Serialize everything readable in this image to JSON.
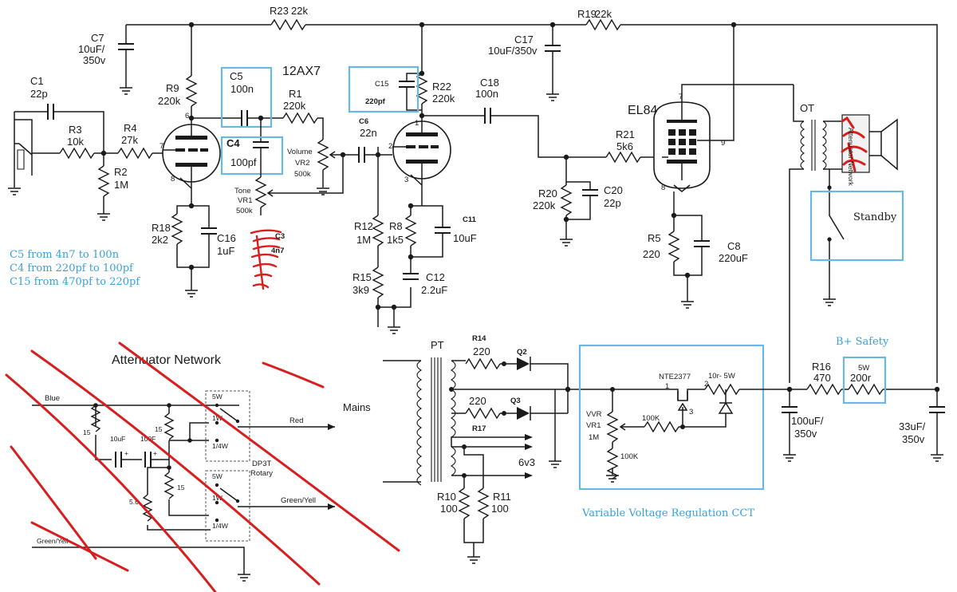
{
  "tubes": {
    "preamp": "12AX7",
    "power": "EL84"
  },
  "components": {
    "R23": {
      "ref": "R23",
      "value": "22k"
    },
    "R19": {
      "ref": "R19",
      "value": "22k"
    },
    "C7": {
      "ref": "C7",
      "value": "10uF/",
      "value2": "350v"
    },
    "C17": {
      "ref": "C17",
      "value": "10uF/350v"
    },
    "C1": {
      "ref": "C1",
      "value": "22p"
    },
    "R3": {
      "ref": "R3",
      "value": "10k"
    },
    "R4": {
      "ref": "R4",
      "value": "27k"
    },
    "R2": {
      "ref": "R2",
      "value": "1M"
    },
    "R9": {
      "ref": "R9",
      "value": "220k"
    },
    "C5": {
      "ref": "C5",
      "value": "100n"
    },
    "R1": {
      "ref": "R1",
      "value": "220k"
    },
    "C4": {
      "ref": "C4",
      "value": "100pf"
    },
    "VR2": {
      "ref": "VR2",
      "name": "Volume",
      "value": "500k"
    },
    "VR1": {
      "ref": "VR1",
      "name": "Tone",
      "value": "500k"
    },
    "C3": {
      "ref": "C3",
      "value": "4n7"
    },
    "R18": {
      "ref": "R18",
      "value": "2k2"
    },
    "C16": {
      "ref": "C16",
      "value": "1uF"
    },
    "C15": {
      "ref": "C15",
      "value": "220pf"
    },
    "R22": {
      "ref": "R22",
      "value": "220k"
    },
    "C6": {
      "ref": "C6",
      "value": "22n"
    },
    "C18": {
      "ref": "C18",
      "value": "100n"
    },
    "R12": {
      "ref": "R12",
      "value": "1M"
    },
    "R8": {
      "ref": "R8",
      "value": "1k5"
    },
    "C11": {
      "ref": "C11",
      "value": "10uF"
    },
    "R15": {
      "ref": "R15",
      "value": "3k9"
    },
    "C12": {
      "ref": "C12",
      "value": "2.2uF"
    },
    "R21": {
      "ref": "R21",
      "value": "5k6"
    },
    "R20": {
      "ref": "R20",
      "value": "220k"
    },
    "C20": {
      "ref": "C20",
      "value": "22p"
    },
    "R5": {
      "ref": "R5",
      "value": "220"
    },
    "C8": {
      "ref": "C8",
      "value": "220uF"
    },
    "R14": {
      "ref": "R14",
      "value": "220"
    },
    "R13": {
      "value": "220"
    },
    "Q2": {
      "ref": "Q2"
    },
    "Q3": {
      "ref": "Q3"
    },
    "R17": {
      "ref": "R17"
    },
    "R10": {
      "ref": "R10",
      "value": "100"
    },
    "R11": {
      "ref": "R11",
      "value": "100"
    },
    "R16": {
      "ref": "R16",
      "value": "470"
    },
    "Rsafety": {
      "value": "5W",
      "value2": "200r"
    },
    "Cfilter1": {
      "value": "100uF/",
      "value2": "350v"
    },
    "Cfilter2": {
      "value": "33uF/",
      "value2": "350v"
    },
    "VVR": {
      "name": "VVR",
      "ref": "VR1",
      "value": "1M"
    },
    "VVR_R1": {
      "value": "100K"
    },
    "VVR_R2": {
      "value": "100K"
    },
    "mosfet": {
      "part": "NTE2377",
      "pin1": "1",
      "pin2": "2",
      "pin3": "3"
    },
    "gate_res": {
      "value": "10r- 5W"
    }
  },
  "pin_numbers": {
    "v1_p6": "6",
    "v1_p7": "7",
    "v1_p8": "8",
    "v2_p1": "1",
    "v2_p2": "2",
    "v2_p3": "3",
    "el84_p7": "7",
    "el84_p9": "9",
    "el84_p8": "8"
  },
  "labels": {
    "OT": "OT",
    "PT": "PT",
    "mains": "Mains",
    "heater": "6v3",
    "standby": "Standby",
    "b_safety": "B+ Safety",
    "regulation": "Variable Voltage Regulation CCT",
    "speaker_note": "Attenuator Network"
  },
  "notes": [
    "C5 from 4n7 to 100n",
    "C4 from 220pf to 100pf",
    "C15 from 470pf to 220pf"
  ],
  "attenuator": {
    "title": "Attenuator Network",
    "blue": "Blue",
    "red": "Red",
    "green_yell_1": "Green/Yell",
    "green_yell_2": "Green/Yell",
    "switch": "DP3T",
    "switch2": "Rotary",
    "r15a": "15",
    "r15b": "15",
    "r15c": "15",
    "r56": "5.6",
    "c10uf": "10uF",
    "c100f": "100F",
    "plus1": "+",
    "plus2": "+",
    "p5w_1": "5W",
    "p1w_1": "1W",
    "p14w_1": "1/4W",
    "p5w_2": "5W",
    "p1w_2": "1W",
    "p14w_2": "1/4W"
  },
  "colors": {
    "annotation_blue": "#3aa0dc",
    "strike_red": "#d81e1e",
    "wire": "#1a1a1a"
  }
}
